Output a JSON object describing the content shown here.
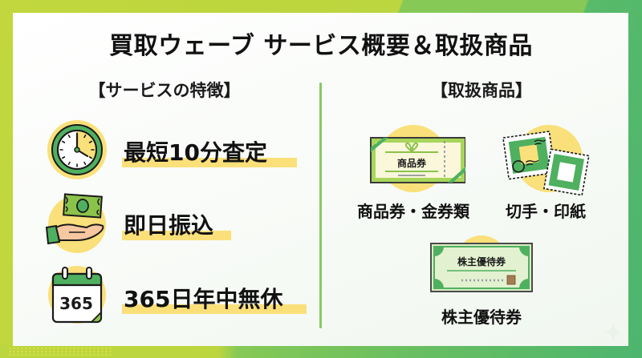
{
  "title": "買取ウェーブ サービス概要＆取扱商品",
  "features_section": {
    "heading": "【サービスの特徴】",
    "items": [
      {
        "label": "最短10分査定",
        "icon": "clock-icon"
      },
      {
        "label": "即日振込",
        "icon": "money-hand-icon"
      },
      {
        "label": "365日年中無休",
        "icon": "calendar-icon",
        "icon_text": "365"
      }
    ]
  },
  "products_section": {
    "heading": "【取扱商品】",
    "items": [
      {
        "label": "商品券・金券類",
        "icon": "gift-voucher-icon",
        "icon_text": "商品券"
      },
      {
        "label": "切手・印紙",
        "icon": "stamps-icon"
      },
      {
        "label": "株主優待券",
        "icon": "shareholder-voucher-icon",
        "icon_text": "株主優待券"
      }
    ]
  },
  "colors": {
    "lime": "#BCD63F",
    "mid_green": "#86C956",
    "green": "#58BA6A",
    "highlight_yellow": "#FBE07A",
    "circle_yellow": "#FAE07A",
    "divider": "#86CB62"
  }
}
